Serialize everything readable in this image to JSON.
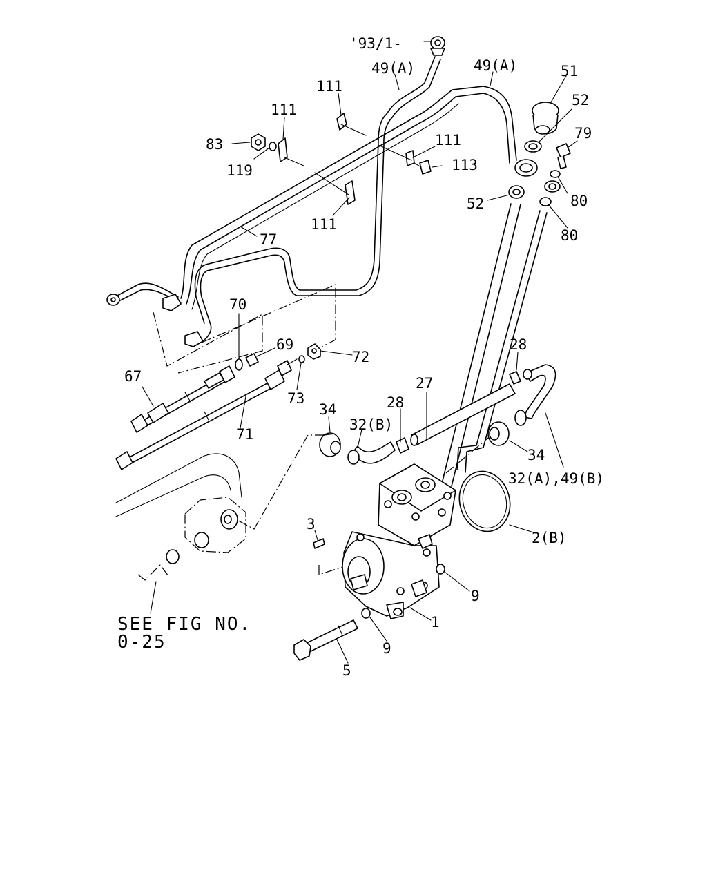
{
  "labels": {
    "l_93": "'93/1-",
    "l_49a_1": "49(A)",
    "l_49a_2": "49(A)",
    "l_51": "51",
    "l_52_top": "52",
    "l_111_a": "111",
    "l_111_b": "111",
    "l_111_c": "111",
    "l_111_d": "111",
    "l_83": "83",
    "l_119": "119",
    "l_113": "113",
    "l_79": "79",
    "l_80_a": "80",
    "l_80_b": "80",
    "l_52_bot": "52",
    "l_77": "77",
    "l_70": "70",
    "l_69": "69",
    "l_72": "72",
    "l_73": "73",
    "l_67": "67",
    "l_71": "71",
    "l_28_a": "28",
    "l_28_b": "28",
    "l_27": "27",
    "l_34_a": "34",
    "l_34_b": "34",
    "l_32b": "32(B)",
    "l_32a49b": "32(A),49(B)",
    "l_2b": "2(B)",
    "l_3": "3",
    "l_9_a": "9",
    "l_9_b": "9",
    "l_1": "1",
    "l_5": "5",
    "see_fig_line1": "SEE FIG NO.",
    "see_fig_line2": "0-25"
  }
}
